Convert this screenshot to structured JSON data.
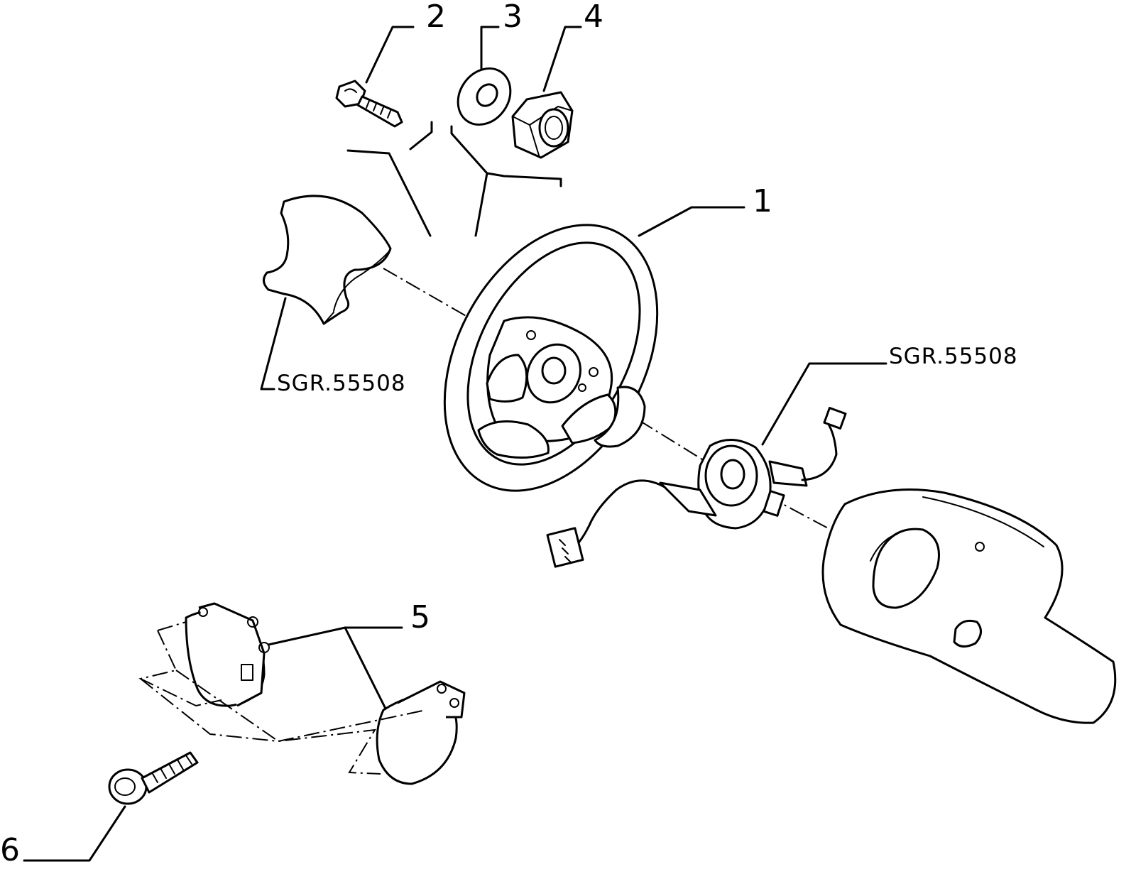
{
  "callouts": {
    "c1": "1",
    "c2": "2",
    "c3": "3",
    "c4": "4",
    "c5": "5",
    "c6": "6",
    "ref_left": "SGR.55508",
    "ref_right": "SGR.55508"
  }
}
